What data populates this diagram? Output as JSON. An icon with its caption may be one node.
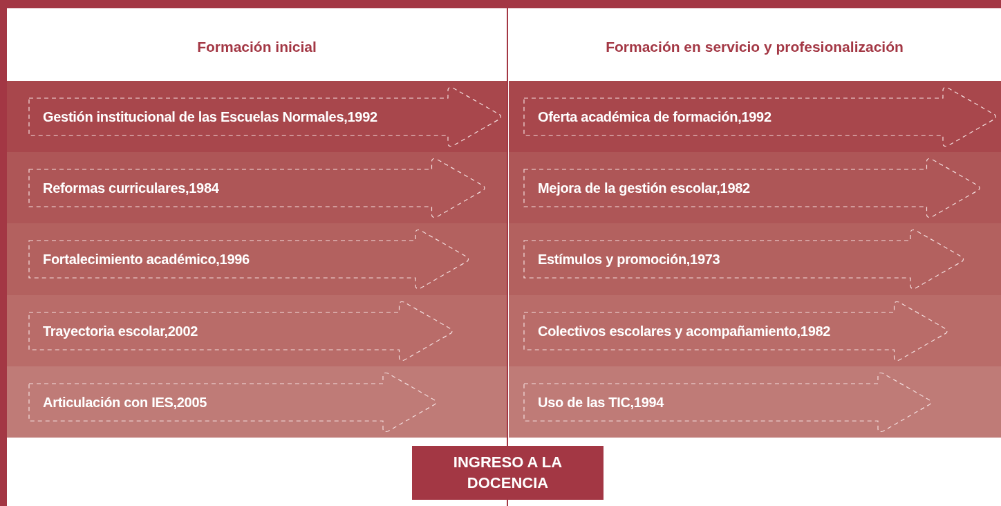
{
  "diagram": {
    "nodes": [
      {
        "text": [
          "Gestión institucional de las Escuelas Normales,1992"
        ]
      },
      {
        "text": [
          "Oferta académica de formación,1992"
        ]
      },
      {
        "text": [
          "Reformas curriculares,1984"
        ]
      },
      {
        "text": [
          "Mejora de la gestión escolar,1982"
        ]
      },
      {
        "text": [
          "Fortalecimiento académico,1996"
        ]
      },
      {
        "text": [
          "Estímulos y promoción,1973"
        ]
      },
      {
        "text": [
          "Trayectoria escolar,2002"
        ]
      },
      {
        "text": [
          "Colectivos escolares y acompañamiento,1982"
        ]
      },
      {
        "text": [
          "Articulación con IES,2005"
        ]
      },
      {
        "text": [
          "Uso de las TIC,1994"
        ]
      },
      {
        "text": [
          "INGRESO A LA DOCENCIA"
        ]
      }
    ],
    "labels": [
      "Formación inicial",
      "Formación en servicio y profesionalización"
    ]
  }
}
